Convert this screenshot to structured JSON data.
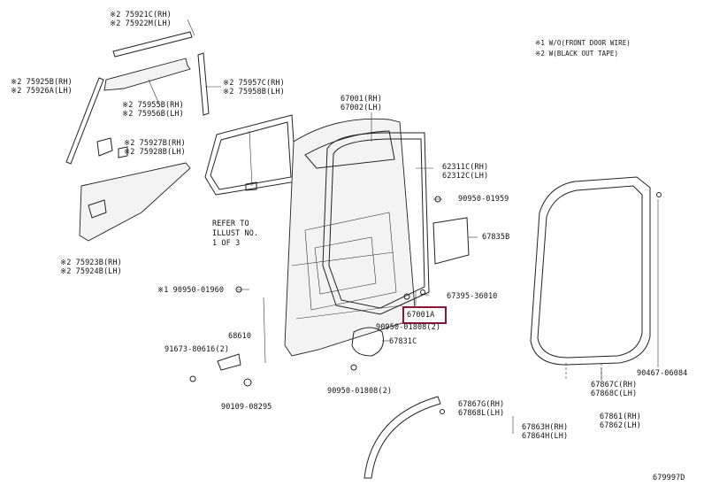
{
  "notes": [
    "※1 W/O(FRONT DOOR WIRE)",
    "※2 W(BLACK OUT TAPE)"
  ],
  "labels": {
    "l75921c": "※2 75921C(RH)",
    "l75922m": "※2 75922M(LH)",
    "l75925b": "※2 75925B(RH)",
    "l75926a": "※2 75926A(LH)",
    "l75955b": "※2 75955B(RH)",
    "l75956b": "※2 75956B(LH)",
    "l75957c": "※2 75957C(RH)",
    "l75958b": "※2 75958B(LH)",
    "l75927b": "※2 75927B(RH)",
    "l75928b": "※2 75928B(LH)",
    "l75923b": "※2 75923B(RH)",
    "l75924b": "※2 75924B(LH)",
    "l67001": "67001(RH)",
    "l67002": "67002(LH)",
    "l62311c": "62311C(RH)",
    "l62312c": "62312C(LH)",
    "l9095001959": "90950-01959",
    "l67835b": "67835B",
    "l6739536010": "67395-36010",
    "l67001a": "67001A",
    "l9095001808a": "90950-01808(2)",
    "l67831c": "67831C",
    "l9095001960": "※1 90950-01960",
    "l68610": "68610",
    "l9167380616": "91673-80616(2)",
    "l9095001808b": "90950-01808(2)",
    "l9010908295": "90109-08295",
    "l67867g": "67867G(RH)",
    "l67868l": "67868L(LH)",
    "l67863h": "67863H(RH)",
    "l67864h": "67864H(LH)",
    "l67867c": "67867C(RH)",
    "l67868c": "67868C(LH)",
    "l67861": "67861(RH)",
    "l67862": "67862(LH)",
    "l9046706084": "90467-06084",
    "refer": "REFER TO\nILLUST NO.\n1 OF 3",
    "code": "679997D"
  }
}
